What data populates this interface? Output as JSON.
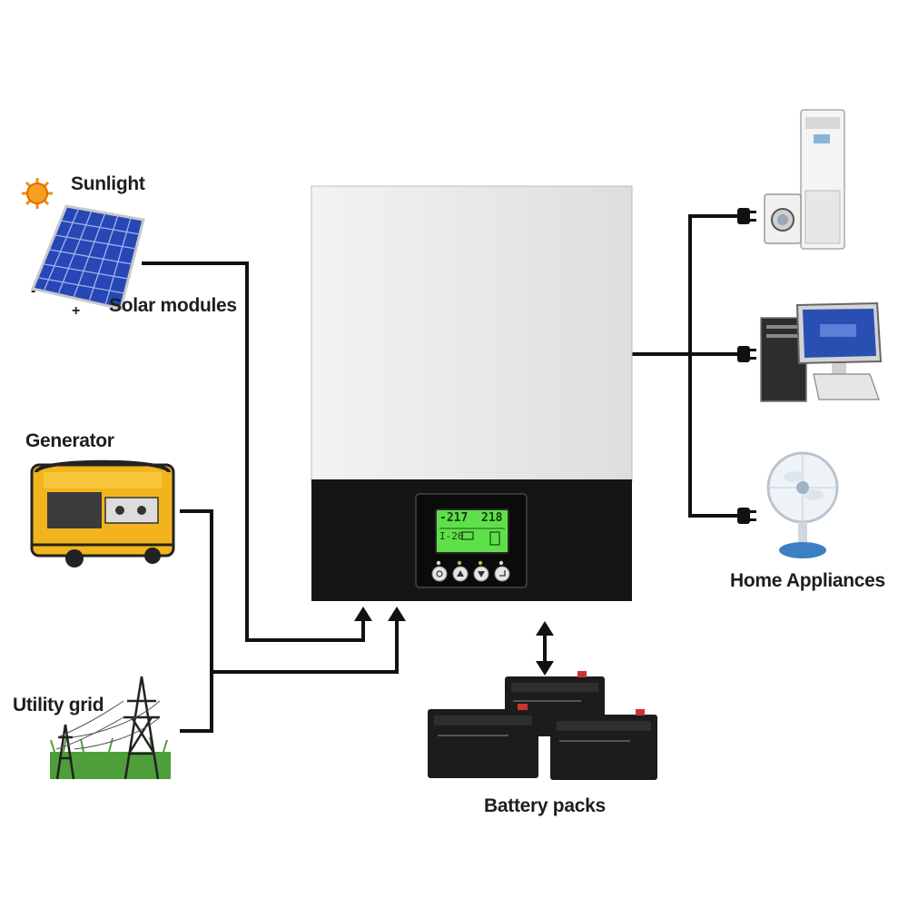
{
  "labels": {
    "sunlight": "Sunlight",
    "solar_modules": "Solar modules",
    "generator": "Generator",
    "utility_grid": "Utility grid",
    "home_appliances": "Home Appliances",
    "battery_packs": "Battery packs"
  },
  "solar_polarity": {
    "negative": "-",
    "positive": "+"
  },
  "lcd": {
    "left_value": "-217",
    "right_value": "218",
    "lower_left": "I-20"
  },
  "colors": {
    "lcd_screen": "#5fe04a",
    "inverter_top": "#e9e9e9",
    "inverter_bottom": "#151515",
    "wire": "#111111",
    "generator": "#f2b41c",
    "battery": "#1c1c1c",
    "sun": "#f08c10",
    "solar_panel": "#2747b5",
    "grass": "#4e9e3a"
  },
  "icons": [
    "sun-icon",
    "solar-panel-icon",
    "generator-icon",
    "power-pylon-icon",
    "air-conditioner-icon",
    "washing-machine-icon",
    "desktop-computer-icon",
    "electric-fan-icon",
    "battery-icon",
    "plug-icon",
    "arrow-up-icon",
    "double-arrow-icon"
  ]
}
